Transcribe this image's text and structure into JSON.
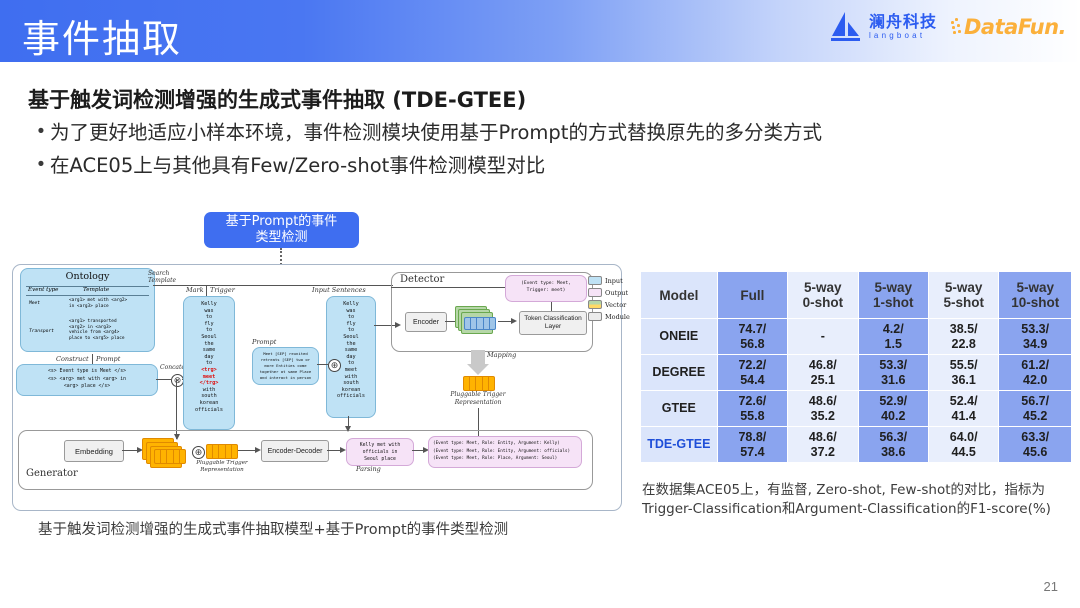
{
  "header": {
    "title": "事件抽取",
    "logo_langboat_cn": "澜舟科技",
    "logo_langboat_en": "langboat",
    "logo_datafun": "DataFun."
  },
  "content": {
    "section_title": "基于触发词检测增强的生成式事件抽取 (TDE-GTEE)",
    "bullets": [
      "为了更好地适应小样本环境，事件检测模块使用基于Prompt的方式替换原先的多分类方式",
      "在ACE05上与其他具有Few/Zero-shot事件检测模型对比"
    ]
  },
  "diagram": {
    "callout": "基于Prompt的事件\n类型检测",
    "caption": "基于触发词检测增强的生成式事件抽取模型+基于Prompt的事件类型检测",
    "ontology": {
      "title": "Ontology",
      "col_event_type": "Event type",
      "col_template": "Template",
      "rows": [
        {
          "event_type": "Meet",
          "template": "<arg1> met with <arg2>\nin <arg3> place"
        },
        {
          "event_type": "Transport",
          "template": "<arg1> transported\n<arg2> in <arg3>\nvehicle from <arg4>\nplace to <arg5> place"
        }
      ]
    },
    "labels": {
      "search_template": "Search\nTemplate",
      "construct": "Construct",
      "prompt": "Prompt",
      "concatenate": "Concatenate",
      "mark": "Mark",
      "trigger": "Trigger",
      "input_sentences": "Input Sentences",
      "prompt2": "Prompt",
      "mapping": "Mapping",
      "parsing": "Parsing",
      "pluggable_trigger_representation": "Pluggable Trigger\nRepresentation"
    },
    "prompt_box": "<s> Event type is Meet </s>\n<s> <arg> met with <arg> in\n<arg> place </s>",
    "prompt_detector": "Meet [SEP] reunited\nretreats [SEP] two or\nmore Entities come\ntogether at same Place\nand interact in person",
    "mark_trigger_words": [
      "Kelly",
      "was",
      "to",
      "fly",
      "to",
      "Seoul",
      "the",
      "same",
      "day",
      "to",
      "<trg>",
      "meet",
      "</trg>",
      "with",
      "south",
      "korean",
      "officials"
    ],
    "input_sentence_words": [
      "Kelly",
      "was",
      "to",
      "fly",
      "to",
      "Seoul",
      "the",
      "same",
      "day",
      "to",
      "meet",
      "with",
      "south",
      "korean",
      "officials"
    ],
    "detector": {
      "title": "Detector",
      "encoder": "Encoder",
      "token_classification_layer": "Token Classification\nLayer",
      "output": "(Event type: Meet,\nTrigger: meet)"
    },
    "generator": {
      "title": "Generator",
      "embedding": "Embedding",
      "encoder_decoder": "Encoder-Decoder",
      "output_sentence": "Kelly met with\nofficials in\nSeoul place",
      "parsed": [
        "(Event type: Meet, Role: Entity, Argument: Kelly)",
        "(Event type: Meet, Role: Entity, Argument: officials)",
        "(Event type: Meet, Role: Place, Argument: Seoul)"
      ]
    },
    "legend": [
      {
        "label": "Input",
        "color": "#bfe2f5"
      },
      {
        "label": "Output",
        "color": "#f6e3f7"
      },
      {
        "label": "Vector",
        "color": "#cfe0a0"
      },
      {
        "label": "Module",
        "color": "#ececec"
      }
    ]
  },
  "table": {
    "headers": [
      "Model",
      "Full",
      "5-way\n0-shot",
      "5-way\n1-shot",
      "5-way\n5-shot",
      "5-way\n10-shot"
    ],
    "rows": [
      {
        "model": "ONEIE",
        "highlight": false,
        "cells": [
          "74.7/\n56.8",
          "-",
          "4.2/\n1.5",
          "38.5/\n22.8",
          "53.3/\n34.9"
        ]
      },
      {
        "model": "DEGREE",
        "highlight": false,
        "cells": [
          "72.2/\n54.4",
          "46.8/\n25.1",
          "53.3/\n31.6",
          "55.5/\n36.1",
          "61.2/\n42.0"
        ]
      },
      {
        "model": "GTEE",
        "highlight": false,
        "cells": [
          "72.6/\n55.8",
          "48.6/\n35.2",
          "52.9/\n40.2",
          "52.4/\n41.4",
          "56.7/\n45.2"
        ]
      },
      {
        "model": "TDE-GTEE",
        "highlight": true,
        "cells": [
          "78.8/\n57.4",
          "48.6/\n37.2",
          "56.3/\n38.6",
          "64.0/\n44.5",
          "63.3/\n45.6"
        ]
      }
    ],
    "caption": "在数据集ACE05上，有监督, Zero-shot, Few-shot的对比，指标为Trigger-Classification和Argument-Classification的F1-score(%)"
  },
  "page_number": "21",
  "colors": {
    "brand_blue": "#3f6ef0",
    "table_mid": "#8aa4ef",
    "table_lite": "#dbe5fb",
    "table_pale": "#e8eefc",
    "accent_orange": "#fbb03b"
  }
}
